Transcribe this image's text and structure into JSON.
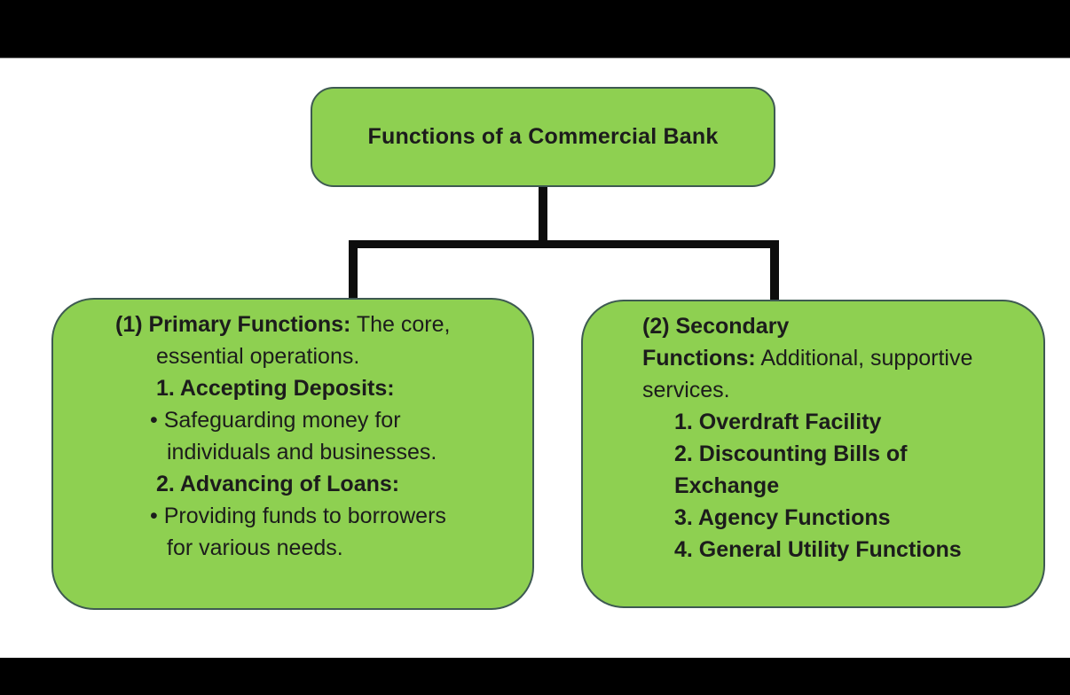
{
  "colors": {
    "letterbox": "#000000",
    "background": "#ffffff",
    "box_fill": "#8ED051",
    "box_border": "#3E5A52",
    "connector": "#0D0D0D",
    "text": "#1C1C1C"
  },
  "title_box": {
    "label": "Functions of a Commercial Bank"
  },
  "primary_box": {
    "lines": [
      {
        "level": "0",
        "segments": [
          {
            "t": "(1) Primary Functions:",
            "b": true
          },
          {
            "t": " The core,",
            "b": false
          }
        ]
      },
      {
        "level": "1",
        "segments": [
          {
            "t": "essential operations.",
            "b": false
          }
        ]
      },
      {
        "level": "1",
        "segments": [
          {
            "t": "1. Accepting Deposits:",
            "b": true
          }
        ]
      },
      {
        "level": "b",
        "segments": [
          {
            "t": "• ",
            "b": false
          },
          {
            "t": "Safeguarding money for",
            "b": false
          }
        ]
      },
      {
        "level": "2",
        "segments": [
          {
            "t": "individuals and businesses.",
            "b": false
          }
        ]
      },
      {
        "level": "1",
        "segments": [
          {
            "t": "2. Advancing of Loans:",
            "b": true
          }
        ]
      },
      {
        "level": "b",
        "segments": [
          {
            "t": "• ",
            "b": false
          },
          {
            "t": "Providing funds to borrowers",
            "b": false
          }
        ]
      },
      {
        "level": "2",
        "segments": [
          {
            "t": "for various needs.",
            "b": false
          }
        ]
      }
    ]
  },
  "secondary_box": {
    "lines": [
      {
        "level": "0",
        "segments": [
          {
            "t": "(2) Secondary",
            "b": true
          }
        ]
      },
      {
        "level": "0",
        "segments": [
          {
            "t": "Functions:",
            "b": true
          },
          {
            "t": " Additional, supportive",
            "b": false
          }
        ]
      },
      {
        "level": "0",
        "segments": [
          {
            "t": "services.",
            "b": false
          }
        ]
      },
      {
        "level": "1",
        "segments": [
          {
            "t": "1. Overdraft Facility",
            "b": true
          }
        ]
      },
      {
        "level": "1",
        "segments": [
          {
            "t": "2. Discounting Bills of",
            "b": true
          }
        ]
      },
      {
        "level": "1",
        "segments": [
          {
            "t": "Exchange",
            "b": true
          }
        ]
      },
      {
        "level": "1",
        "segments": [
          {
            "t": "3. Agency Functions",
            "b": true
          }
        ]
      },
      {
        "level": "1",
        "segments": [
          {
            "t": "4. General Utility Functions",
            "b": true
          }
        ]
      }
    ]
  }
}
